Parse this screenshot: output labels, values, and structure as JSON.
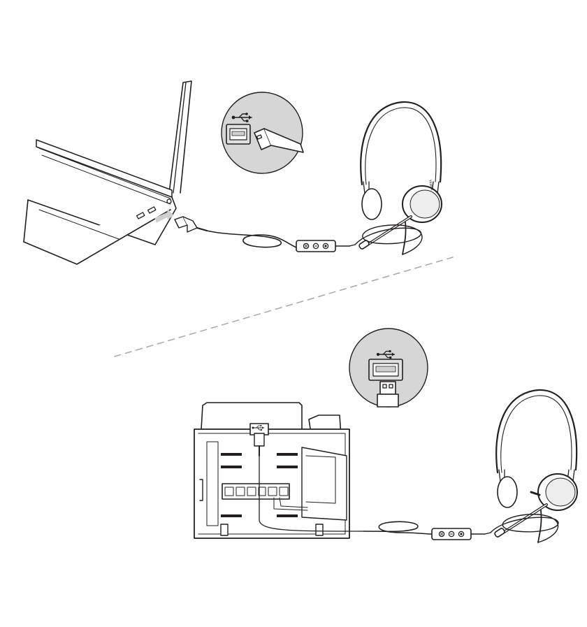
{
  "diagram": {
    "line_color": "#231f20",
    "fill_light": "#ffffff",
    "fill_gray": "#d6d6d6",
    "fill_inset": "#e0e0e0",
    "divider_color": "#a8a8a8",
    "headset_brand_text": "Yealink",
    "panels": [
      {
        "name": "computer-connection",
        "host": "laptop",
        "connector": "usb-a",
        "port_icon": "usb-icon"
      },
      {
        "name": "desk-phone-connection",
        "host": "ip-desk-phone",
        "connector": "usb-a",
        "port_icon": "usb-icon"
      }
    ]
  }
}
